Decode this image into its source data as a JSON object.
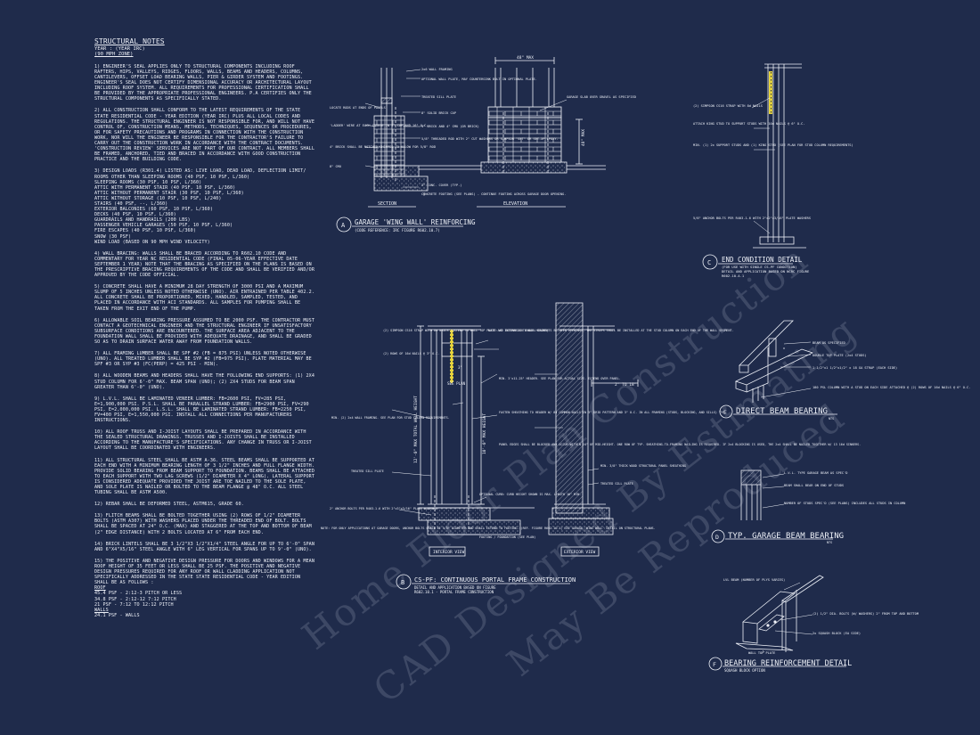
{
  "notes": {
    "title": "STRUCTURAL NOTES",
    "year": "YEAR : (YEAR IRC)",
    "wind": "(90 mph ZONE)",
    "paragraphs": [
      "1) ENGINEER'S SEAL APPLIES ONLY TO STRUCTURAL COMPONENTS INCLUDING ROOF RAFTERS, HIPS, VALLEYS, RIDGES, FLOORS, WALLS, BEAMS AND HEADERS, COLUMNS, CANTILEVERS, OFFSET LOAD BEARING WALLS, PIER & GIRDER SYSTEM AND FOOTINGS. ENGINEER'S SEAL DOES NOT CERTIFY DIMENSIONAL ACCURACY OR ARCHITECTURAL LAYOUT INCLUDING ROOF SYSTEM. ALL REQUIREMENTS FOR PROFESSIONAL CERTIFICATION SHALL BE PROVIDED BY THE APPROPRIATE PROFESSIONAL ENGINEERS. P.A CERTIFIES ONLY THE STRUCTURAL COMPONENTS AS SPECIFICALLY STATED.",
      "2) ALL CONSTRUCTION SHALL CONFORM TO THE LATEST REQUIREMENTS OF THE STATE STATE RESIDENTIAL CODE - YEAR EDITION (YEAR IRC) PLUS ALL LOCAL CODES AND REGULATIONS. THE STRUCTURAL ENGINEER IS NOT RESPONSIBLE FOR, AND WILL NOT HAVE CONTROL OF, CONSTRUCTION MEANS, METHODS, TECHNIQUES, SEQUENCES OR PROCEDURES, OR FOR SAFETY PRECAUTIONS AND PROGRAMS IN CONNECTION WITH THE CONSTRUCTION WORK, NOR WILL THE ENGINEER BE RESPONSIBLE FOR THE CONTRACTOR'S FAILURE TO CARRY OUT THE CONSTRUCTION WORK IN ACCORDANCE WITH THE CONTRACT DOCUMENTS. 'CONSTRUCTION REVIEW' SERVICES ARE NOT PART OF OUR CONTRACT. ALL MEMBERS SHALL BE FRAMED, ANCHORED, TIED AND BRACED IN ACCORDANCE WITH GOOD CONSTRUCTION PRACTICE AND THE BUILDING CODE."
    ],
    "design_loads": [
      "3) DESIGN LOADS (R301.4) LISTED AS: LIVE LOAD, DEAD LOAD, DEFLECTION LIMIT/",
      "ROOMS OTHER THAN SLEEPING ROOMS (40 PSF, 10 PSF, L/360)",
      "SLEEPING ROOMS (30 PSF, 10 PSF, L/360)",
      "ATTIC WITH PERMANENT STAIR (40 PSF, 10 PSF, L/360)",
      "ATTIC WITHOUT PERMANENT STAIR (30 PSF, 10 PSF, L/360)",
      "ATTIC WITHOUT STORAGE (10 PSF, 10 PSF, L/240)",
      "STAIRS (40 PSF, --, L/360)",
      "EXTERIOR BALCONIES (60 PSF, 10 PSF, L/360)",
      "DECKS (40 PSF, 10 PSF, L/360)",
      "GUARDRAILS AND HANDRAILS (200 LBS)",
      "PASSENGER VEHICLE GARAGES (50 PSF, 10 PSF, L/360)",
      "FIRE ESCAPES (40 PSF, 10 PSF, L/360)",
      "SNOW (30 PSF)",
      "WIND LOAD (BASED ON 90 MPH WIND VELOCITY)"
    ],
    "paragraphs2": [
      "4) WALL BRACING: WALLS SHALL BE BRACED ACCORDING TO R602.10 CODE AND COMMENTARY FOR YEAR NC RESIDENTIAL CODE (FINAL 05-06-YEAR EFFECTIVE DATE SEPTEMBER 1 YEAR) NOTE THAT THE BRACING AS SPECIFIED ON THE PLANS IS BASED ON THE PRESCRIPTIVE BRACING REQUIREMENTS OF THE CODE AND SHALL BE VERIFIED AND/OR APPROVED BY THE CODE OFFICIAL.",
      "5) CONCRETE SHALL HAVE A MINIMUM 28 DAY STRENGTH OF 3000 PSI AND A MAXIMUM SLUMP OF 5 INCHES UNLESS NOTED OTHERWISE (UNO). AIR ENTRAINED PER TABLE 402.2. ALL CONCRETE SHALL BE PROPORTIONED, MIXED, HANDLED, SAMPLED, TESTED, AND PLACED IN ACCORDANCE WITH ACI STANDARDS. ALL SAMPLES FOR PUMPING SHALL BE TAKEN FROM THE EXIT END OF THE PUMP.",
      "6) ALLOWABLE SOIL BEARING PRESSURE ASSUMED TO BE 2000 PSF. THE CONTRACTOR MUST CONTACT A GEOTECHNICAL ENGINEER AND THE STRUCTURAL ENGINEER IF UNSATISFACTORY SUBSURFACE CONDITIONS ARE ENCOUNTERED. THE SURFACE AREA ADJACENT TO THE FOUNDATION WALL SHALL BE PROVIDED WITH ADEQUATE DRAINAGE, AND SHALL BE GRADED SO AS TO DRAIN SURFACE WATER AWAY FROM FOUNDATION WALLS.",
      "7) ALL FRAMING LUMBER SHALL BE SPF #2 (Fb = 875 PSI) UNLESS NOTED OTHERWISE (UNO). ALL TREATED LUMBER SHALL BE SYP #2 (Fb=975 PSI). PLATE MATERIAL MAY BE SPF #3 OR SYP #3 (Fc(perp) = 425 PSI - min).",
      "8) ALL WOODEN BEAMS AND HEADERS SHALL HAVE THE FOLLOWING END SUPPORTS: (1) 2x4 STUD COLUMN FOR 6'-0\" MAX. BEAM SPAN (UNO); (2) 2x4 STUDS FOR BEAM SPAN GREATER THAN 6'-0\" (UNO).",
      "9) L.V.L. SHALL BE LAMINATED VENEER LUMBER: Fb=2600 PSI, Fv=285 PSI, E=1,900,000 PSI. P.S.L. SHALL BE PARALLEL STRAND LUMBER: Fb=2900 PSI, Fv=290 PSI, E=2,000,000 PSI. L.S.L. SHALL BE LAMINATED STRAND LUMBER: Fb=2250 PSI, Fv=400 PSI, E=1,550,000 PSI. INSTALL ALL CONNECTIONS PER MANUFACTURERS INSTRUCTIONS.",
      "10) ALL ROOF TRUSS AND I-JOIST LAYOUTS SHALL BE PREPARED IN ACCORDANCE WITH THE SEALED STRUCTURAL DRAWINGS. TRUSSES AND I-JOISTS SHALL BE INSTALLED ACCORDING TO THE MANUFACTURE'S SPECIFICATIONS. ANY CHANGE IN TRUSS OR I-JOIST LAYOUT SHALL BE COORDINATED WITH ENGINEERS.",
      "11) ALL STRUCTURAL STEEL SHALL BE ASTM A-36. STEEL BEAMS SHALL BE SUPPORTED AT EACH END WITH A MINIMUM BEARING LENGTH OF 3 1/2\" INCHES AND FULL FLANGE WIDTH. PROVIDE SOLID BEARING FROM BEAM SUPPORT TO FOUNDATION. BEAMS SHALL BE ATTACHED TO EACH SUPPORT WITH TWO LAG SCREWS (1/2\" DIAMETER x 4\" LONG). LATERAL SUPPORT IS CONSIDERED ADEQUATE PROVIDED THE JOIST ARE TOE NAILED TO THE SOLE PLATE, AND SOLE PLATE IS NAILED OR BOLTED TO THE BEAM FLANGE @ 48\" O.C. ALL STEEL TUBING SHALL BE ASTM A500.",
      "12) REBAR SHALL BE DEFORMED STEEL, ASTM615, GRADE 60.",
      "13) FLITCH BEAMS SHALL BE BOLTED TOGETHER USING (2) ROWS OF 1/2\" DIAMETER BOLTS (ASTM A307) WITH WASHERS PLACED UNDER THE THREADED END OF BOLT. BOLTS SHALL BE SPACED AT 24\" O.C. (MAX) AND STAGGERED AT THE TOP AND BOTTOM OF BEAM (2\" EDGE DISTANCE) WITH 2 BOLTS LOCATED AT 6\" FROM EACH END.",
      "14) BRICK LINTELS SHALL BE 3 1/2\"x3 1/2\"x1/4\" STEEL ANGLE FOR UP TO 6'-0\" SPAN AND 6\"x4\"x5/16\" STEEL ANGLE WITH 6\" LEG VERTICAL FOR SPANS UP TO 9'-0\" (UNO).",
      "15) THE POSITIVE AND NEGATIVE DESIGN PRESSURE FOR DOORS AND WINDOWS FOR A MEAN ROOF HEIGHT OF 35 FEET OR LESS SHALL BE 25 PSF. THE POSITIVE AND NEGATIVE DESIGN PRESSURES REQUIRED FOR ANY ROOF OR WALL CLADDING APPLICATION NOT SPECIFICALLY ADDRESSED IN THE STATE STATE RESIDENTIAL CODE - YEAR EDITION SHALL BE AS FOLLOWS :"
    ],
    "roof_head": "ROOF",
    "roof_vals": [
      "45.4 PSF - 2:12-3 PITCH OR LESS",
      "34.8 PSF - 2:12-12 7:12 PITCH",
      "21 PSF - 7:12 TO 12:12 PITCH"
    ],
    "walls_head": "WALLS",
    "walls_vals": [
      "24.1 PSF - WALLS"
    ]
  },
  "detail_a": {
    "letter": "A",
    "title": "GARAGE 'WING WALL' REINFORCING",
    "sub": "(CODE REFERENCE: IRC FIGURE R602.10.7)",
    "section_label": "SECTION",
    "elevation_label": "ELEVATION",
    "dim_top": "48\" MAX",
    "dim_side": "48\" MAX",
    "callouts": {
      "wall_framing": "2x6 WALL FRAMING",
      "top_plate": "OPTIONAL WALL PLATE, MAY COUNTERSINK BOLT IN OPTIONAL PLATE.",
      "sill_plate": "TREATED SILL PLATE",
      "brick_cap": "8\" SOLID BRICK CAP",
      "rebar_anchor": "4\" BRICK AND 4\" CMU (OR BRICK)",
      "bolt": "5/8\" THREADED ROD WITH 2\" CUT WASHERS OR SIMPSON \"SET\" OR SET-XP EPOXY.",
      "garage_slab": "GARAGE SLAB OVER GRAVEL AS SPECIFIED",
      "locate_rods": "LOCATE RODS AT ENDS OF PANELS",
      "ladder_wire": "'LADDER' WIRE AT EACH COURSE IN 8\" CAP AND 16\" O.C.",
      "brick_bond": "4\" BRICK SHALL BE NOTCHED/CHIPPED TO ALLOW FOR 5/8\" ROD",
      "cmu": "8\" CMU",
      "cover": "3\" CONC. COVER (TYP.)",
      "footing": "CONCRETE FOOTING (SEE PLANS) - CONTINUE FOOTING ACROSS GARAGE DOOR OPENING."
    }
  },
  "detail_b": {
    "letter": "B",
    "title": "CS-PF: CONTINUOUS PORTAL FRAME CONSTRUCTION",
    "sub1": "DETAIL AND APPLICATION BASED ON FIGURE",
    "sub2": "R602.10.1 - PORTAL FRAME CONSTRUCTION",
    "interior": "INTERIOR VIEW",
    "exterior": "EXTERIOR VIEW",
    "height": "12'-0\" MAX TOTAL WALL HEIGHT",
    "header_h": "10'-0\" MAX HEIGHT",
    "dim_a": "2' TO 18'",
    "dim_b": "3\"",
    "see_plan": "SEE PLAN",
    "callouts": {
      "straps": "(2) SIMPSON CS16 STRAP WITH 8d NAILS (EXTEND TO WALL TOP PLATE AND EXTEND 28\" UNDER HEADER)",
      "interm": "NOTE: AT INTERMEDIATE WALL SEGMENTS BETWEEN OPENINGS, THE STRAPS SHALL BE INSTALLED AT THE STUD COLUMN ON EACH END OF THE WALL SEGMENT.",
      "nails": "(2) ROWS OF 16d NAILS @ 3\" O.C.",
      "hdr": "MIN. 3'x11.25\" HEADER. SEE PLAN FOR ACTUAL SIZE. EXTEND OVER PANEL.",
      "fasten": "FASTEN SHEATHING TO HEADER W/ 8d COMMON NAILS IN 3\" GRID PATTERN AND 3\" O.C. IN ALL FRAMING (STUDS, BLOCKING, AND SILLS) TYP.",
      "min_framing": "MIN. (2) 2x4 WALL FRAMING. SEE PLAN FOR STUD COLUMN REQUIREMENTS.",
      "panel_edges": "PANEL EDGES SHALL BE BLOCKED AND OCCUR WITHIN 24\" OF MID-HEIGHT. ONE ROW OF TYP. SHEATHING-TO-FRAMING NAILING IS REQUIRED. IF 2x4 BLOCKING IS USED, THE 2x4 SHALL BE NAILED TOGETHER W/ 13 16d SINKERS.",
      "sheathing": "MIN. 3/8\" THICK WOOD STRUCTURAL PANEL SHEATHING",
      "sill_plate": "TREATED SILL PLATE",
      "sill_plate2": "TREATED SILL PLATE",
      "anchor": "2\" ANCHOR BOLTS PER R403.1.6 WITH 2\"x3\"x3/16\" PLATE WASHERS",
      "opt_curb": "OPTIONAL CURB: CURB HEIGHT SHOWN IS MAX. LENGTH 16\" MIN.",
      "footing": "FOOTING / FOUNDATION (SEE PLAN)",
      "note_app": "NOTE: FOR ONLY APPLICATIONS AT GARAGE DOORS, ANCHOR BOLTS SHALL BE 5/8\" DIAMETER AND SHALL EXTEND TO FOOTING. (REF. FIGURE R602.10.1) SEE GARAGE 'WING WALL' DETAIL ON STRUCTURAL PLANS."
    }
  },
  "detail_c": {
    "letter": "C",
    "title": "END CONDITION DETAIL",
    "sub1": "(FOR USE WITH SINGLE CS-PF CONDITION)",
    "sub2": "DETAIL AND APPLICATION BASED ON NCRC FIGURE",
    "sub3": "R602.10.4.1",
    "callouts": {
      "strap": "(2) SIMPSON CS16 STRAP WITH 8d NAILS",
      "king": "ATTACH KING STUD TO SUPPORT STUDS WITH 10d NAILS @ 6\" O.C.",
      "support": "MIN. (1) 2x SUPPORT STUDS AND (1) KING STUD (SEE PLAN FOR STUD COLUMN REQUIREMENTS)",
      "anchor": "5/8\" ANCHOR BOLTS PER R403.1.6 WITH 2\"x2\"x3/16\" PLATE WASHERS"
    }
  },
  "detail_e": {
    "letter": "E",
    "title": "DIRECT BEAM BEARING",
    "nts": "NTS",
    "callouts": {
      "beam": "BEAM AS SPECIFIED",
      "plate": "DOUBLE TOP PLATE (2x4 STUDS)",
      "strap": "1 1/2\"x1 1/2\"x1/2\" x 18 GA STRAP (EACH SIDE)",
      "column": "180 PSL COLUMN WITH A STUD ON EACH SIDE ATTACHED @ (2) ROWS OF 16d NAILS @ 6\" O.C."
    }
  },
  "detail_d": {
    "letter": "D",
    "title": "TYP. GARAGE BEAM BEARING",
    "nts": "NTS",
    "callouts": {
      "beam": "L.V.L. TYPE GARAGE BEAM AS SPEC'D",
      "bear": "BEAM SHALL BEAR ON END OF STUDS",
      "studs": "NUMBER OF STUDS SPEC'D (SEE PLANS) INCLUDES ALL STUDS IN COLUMN"
    }
  },
  "detail_f": {
    "letter": "F",
    "title": "BEARING REINFORCEMENT DETAIL",
    "sub": "SQUASH BLOCK OPTION",
    "callouts": {
      "lvl": "LVL BEAM (NUMBER OF PLYS VARIES)",
      "bolts": "(2) 1/2\" DIA. BOLTS (W/ WASHERS) 2\" FROM TOP AND BOTTOM",
      "squash": "2x SQUASH BLOCK (EA SIDE)",
      "wall": "WALL TOP PLATE"
    }
  },
  "watermark": {
    "lines": [
      "Home Floor Plan Construction",
      "CAD Designed By Estimating",
      "May Be Reproduced"
    ]
  },
  "colors": {
    "background": "#1f2b4b",
    "ink": "#eef1f8",
    "strap": "#e6d33c",
    "watermark": "rgba(215,222,240,0.16)"
  }
}
